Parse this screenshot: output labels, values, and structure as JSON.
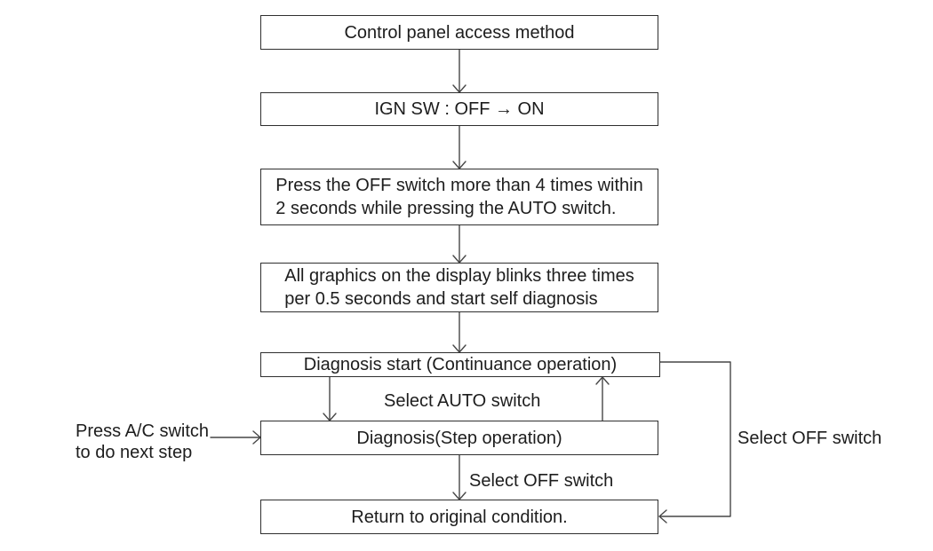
{
  "flowchart": {
    "nodes": [
      {
        "id": "control-panel-access-method",
        "text": "Control panel access method"
      },
      {
        "id": "ign-sw-off-on",
        "text": "IGN SW : OFF → ON"
      },
      {
        "id": "press-off-switch",
        "lines": [
          "Press the OFF switch more than 4 times within",
          "2 seconds while pressing the AUTO switch."
        ]
      },
      {
        "id": "graphics-blink-self-diagnosis",
        "lines": [
          "All graphics on the display blinks three times",
          "per 0.5 seconds and start self diagnosis"
        ]
      },
      {
        "id": "diagnosis-start-continuance",
        "text": "Diagnosis start (Continuance operation)"
      },
      {
        "id": "diagnosis-step-operation",
        "text": "Diagnosis(Step operation)"
      },
      {
        "id": "return-to-original-condition",
        "text": "Return to original condition."
      }
    ],
    "edge_labels": {
      "select_auto_switch": "Select AUTO switch",
      "select_off_switch_down": "Select OFF switch",
      "select_off_switch_loop": "Select OFF switch",
      "press_ac_switch": [
        "Press A/C switch",
        "to do next step"
      ]
    },
    "colors": {
      "background": "#ffffff",
      "box_border": "#2f2f2f",
      "connector_line": "#474747",
      "text": "#1d1d1d"
    }
  }
}
